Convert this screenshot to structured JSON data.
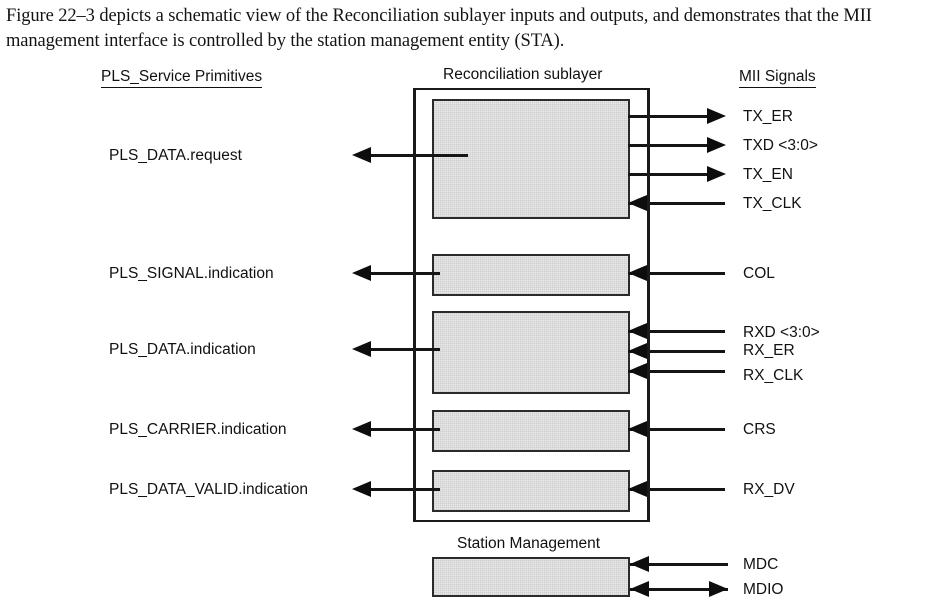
{
  "caption": {
    "line1": "Figure 22–3 depicts a schematic view of the Reconciliation sublayer inputs and outputs, and demonstrates",
    "line2": "that the MII management interface is controlled by the station management entity (STA)."
  },
  "headings": {
    "left": "PLS_Service Primitives",
    "center": "Reconciliation sublayer",
    "right": "MII Signals",
    "station": "Station Management"
  },
  "pls_primitives": [
    {
      "label": "PLS_DATA.request",
      "direction": "out"
    },
    {
      "label": "PLS_SIGNAL.indication",
      "direction": "out"
    },
    {
      "label": "PLS_DATA.indication",
      "direction": "out"
    },
    {
      "label": "PLS_CARRIER.indication",
      "direction": "out"
    },
    {
      "label": "PLS_DATA_VALID.indication",
      "direction": "out"
    }
  ],
  "mii_signals": [
    {
      "label": "TX_ER",
      "direction": "out"
    },
    {
      "label": "TXD <3:0>",
      "direction": "out"
    },
    {
      "label": "TX_EN",
      "direction": "out"
    },
    {
      "label": "TX_CLK",
      "direction": "in"
    },
    {
      "label": "COL",
      "direction": "in"
    },
    {
      "label": "RXD <3:0>",
      "direction": "in"
    },
    {
      "label": "RX_ER",
      "direction": "in"
    },
    {
      "label": "RX_CLK",
      "direction": "in"
    },
    {
      "label": "CRS",
      "direction": "in"
    },
    {
      "label": "RX_DV",
      "direction": "in"
    }
  ],
  "station_signals": [
    {
      "label": "MDC",
      "direction": "in"
    },
    {
      "label": "MDIO",
      "direction": "bidirectional"
    }
  ],
  "colors": {
    "line": "#151515",
    "box_fill": "#e9e9e9",
    "box_border": "#2b2b2b",
    "text": "#111111"
  }
}
